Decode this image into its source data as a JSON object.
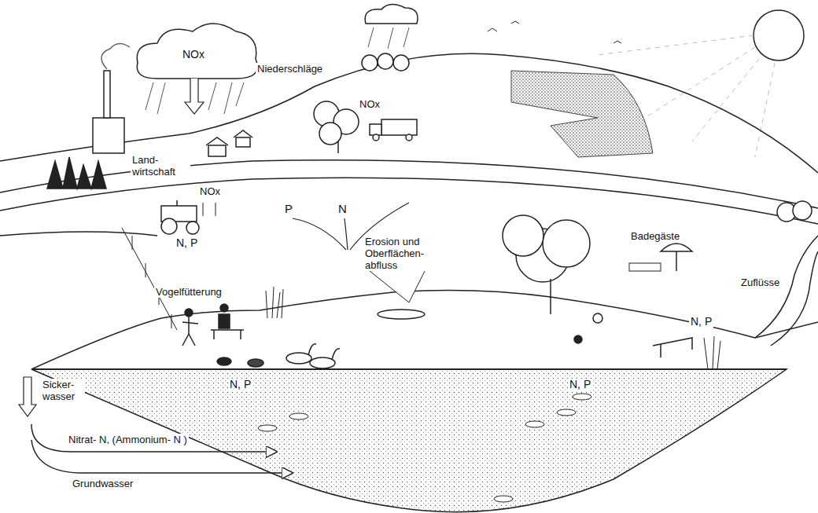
{
  "diagram": {
    "labels": [
      "NOx",
      "Niederschläge",
      "NOx",
      "Land-wirtschaft",
      "NOx",
      "N, P",
      "P",
      "N",
      "Erosion und Oberflächen-abfluss",
      "Vogelfütterung",
      "N, P",
      "N, P",
      "Badegäste",
      "Zuflüsse",
      "N, P",
      "Sicker-wasser",
      "Nitrat- N, (Ammonium- N )",
      "Grundwasser"
    ]
  }
}
